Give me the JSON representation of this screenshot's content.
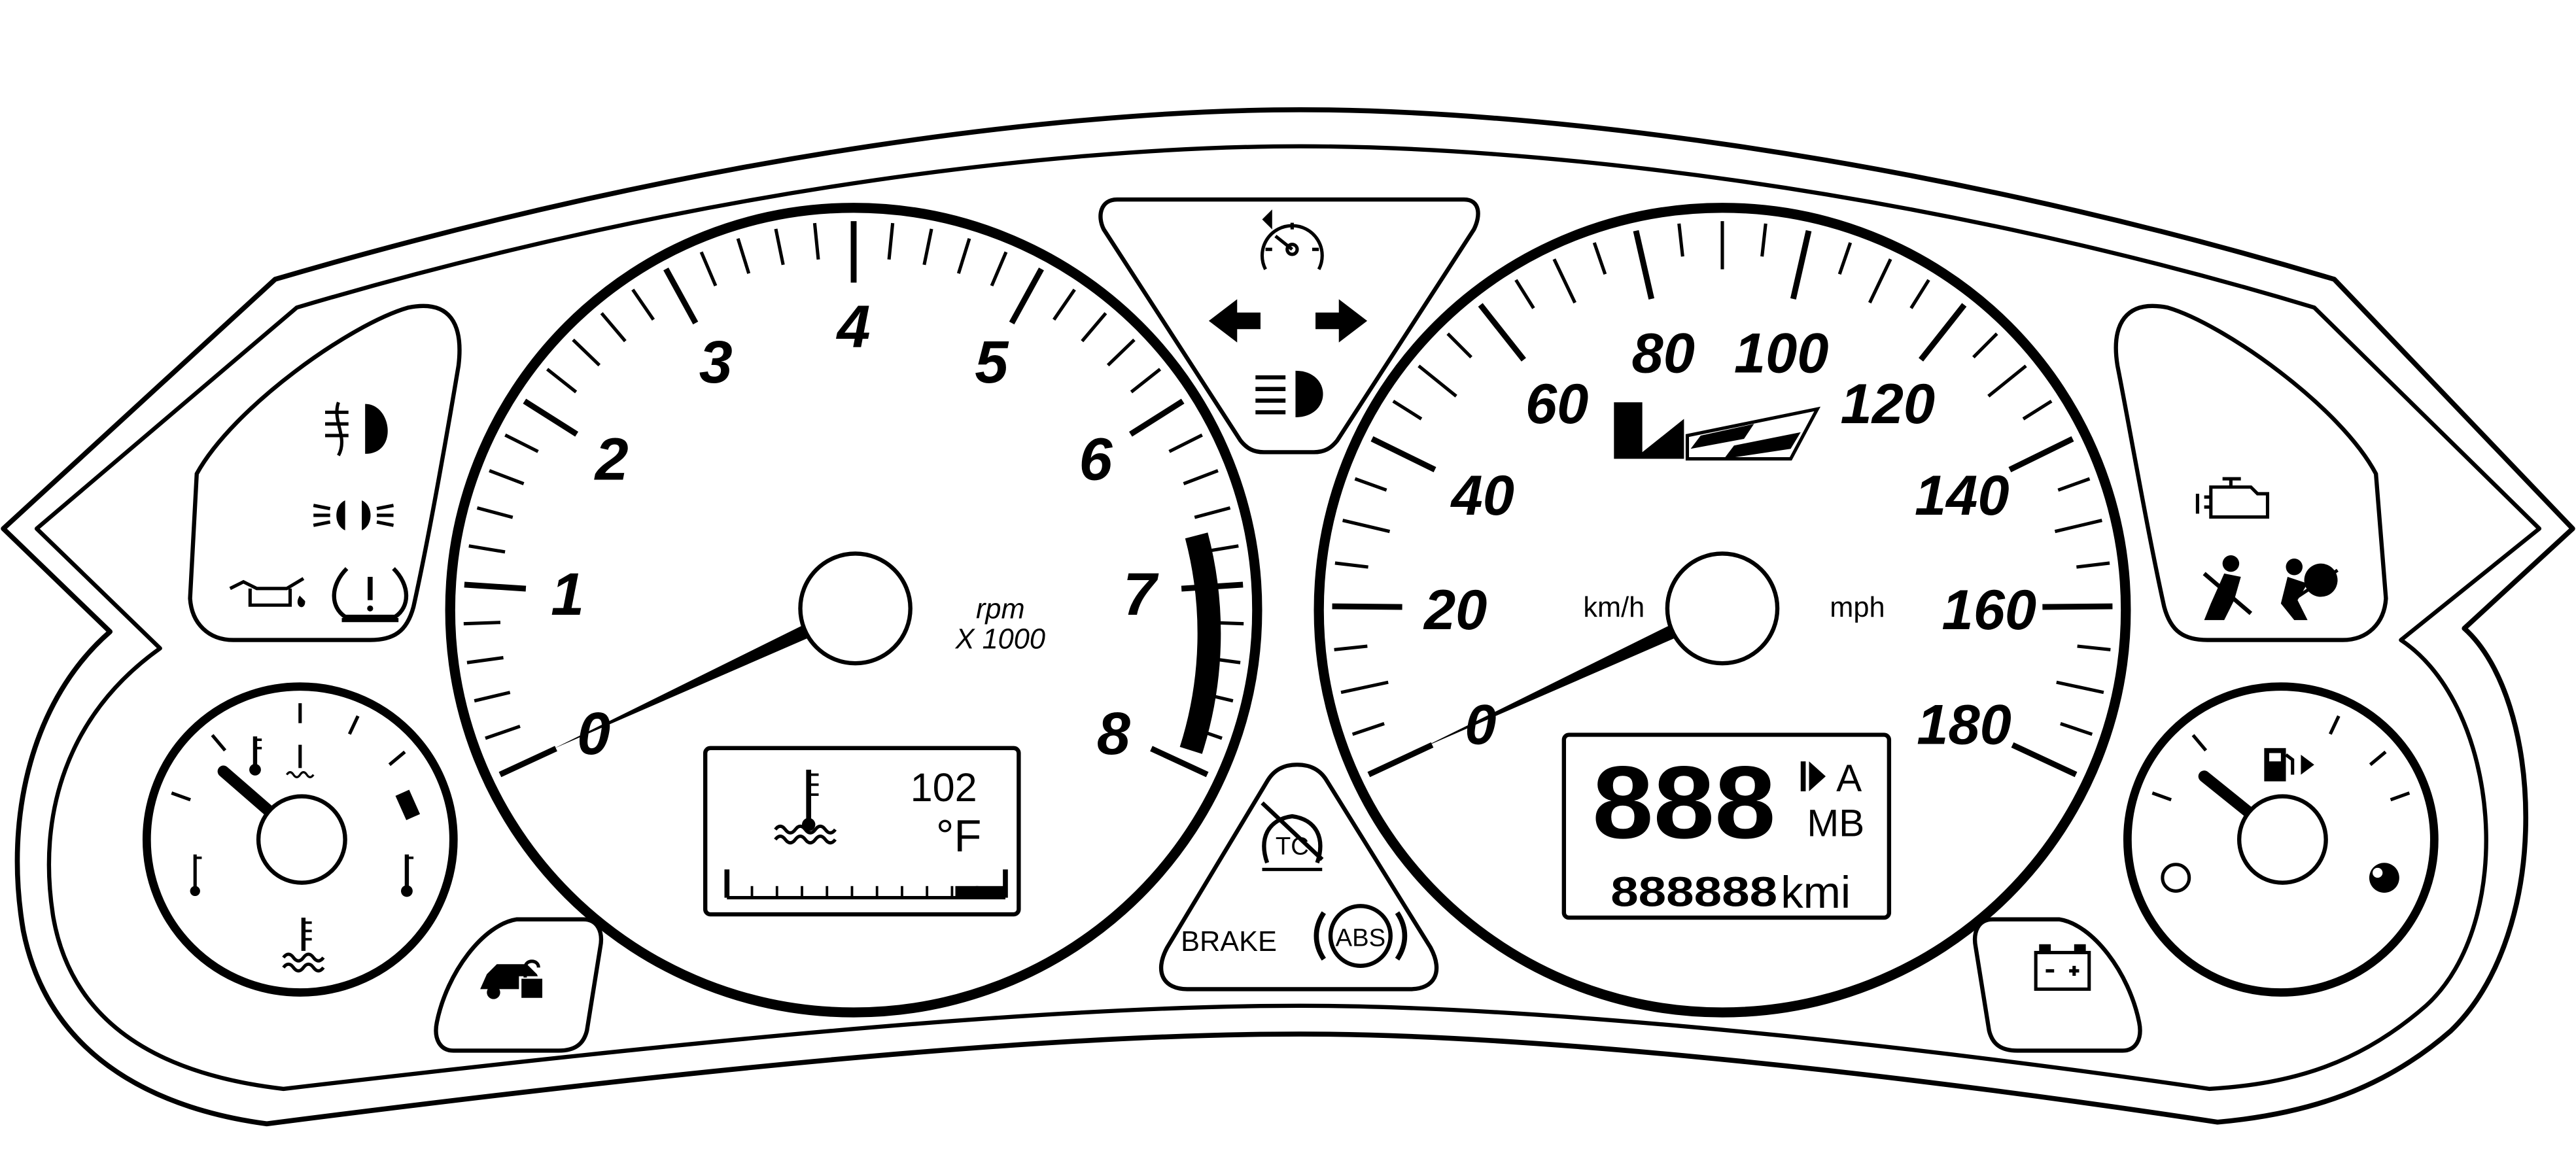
{
  "tachometer": {
    "numerals": [
      "0",
      "1",
      "2",
      "3",
      "4",
      "5",
      "6",
      "7",
      "8"
    ],
    "unit_line1": "rpm",
    "unit_line2": "X 1000",
    "needle_value": 0
  },
  "temp_display": {
    "value": "102",
    "unit": "°F"
  },
  "speedometer": {
    "numerals": [
      "0",
      "20",
      "40",
      "60",
      "80",
      "100",
      "120",
      "140",
      "160",
      "180"
    ],
    "unit_left": "km/h",
    "unit_right": "mph",
    "needle_value": 0
  },
  "odometer_display": {
    "main_digits": "888",
    "trip_label": "A",
    "mb_label": "MB",
    "odometer_digits": "888888",
    "odometer_unit": "kmi"
  },
  "center_lower": {
    "brake_label": "BRAKE",
    "abs_label": "ABS",
    "tc_label": "TC"
  },
  "colors": {
    "ink": "#000000",
    "paper": "#ffffff"
  }
}
